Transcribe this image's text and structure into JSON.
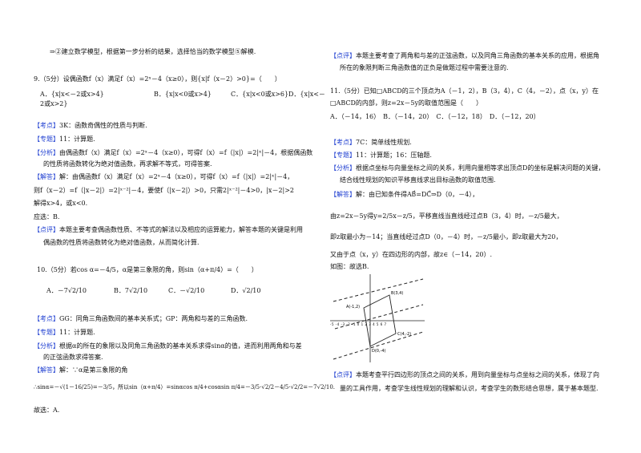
{
  "left": {
    "l1": "⇒②建立数学模型，根据第一步分析的结果，选择恰当的数学模型⑤解模.",
    "q9": "9.（5分）设偶函数f（x）满足f（x）=2ˣ－4（x≥0），则{x|f（x－2）>0}=（　　）",
    "q9_opts_a": "A．{x|x<－2或x>4}",
    "q9_opts_b": "B．{x|x<0或x>4}",
    "q9_opts_c": "C．{x|x<0或x>6}",
    "q9_opts_d": "D．{x|x<－",
    "q9_opts_d2": "2或x>2}",
    "kd_tag": "【考点】",
    "kd9": "3K：函数奇偶性的性质与判断.",
    "zt_tag": "【专题】",
    "zt9": "11：计算题.",
    "fx_tag": "【分析】",
    "fx9a": "由偶函数f（x）满足f（x）=2ˣ－4（x≥0），可得f（x）=f（|x|）=2|ˣ|－4，根据偶函数",
    "fx9b": "的性质将函数转化为绝对值函数，再求解不等式，可得答案.",
    "jd_tag": "【解答】",
    "jd9a": "解：由偶函数f（x）满足f（x）=2ˣ－4（x≥0），可得f（x）=f（|x|）=2|ˣ|－4，",
    "jd9b": "则f（x－2）=f（|x－2|）=2|ˣ⁻²|－4，要使f（|x－2|）>0，只需2|ˣ⁻²|－4>0，|x－2|>2",
    "jd9c": "解得x>4，或x<0.",
    "jd9d": "应选：B.",
    "dp_tag": "【点评】",
    "dp9a": "本题主要考查偶函数性质、不等式的解法以及相应的运算能力，解答本题的关键是利用",
    "dp9b": "偶函数的性质将函数转化为绝对值函数，从而简化计算.",
    "q10": "10.（5分）若cos α=－4/5，α是第三象限的角，则sin（α+π/4）=（　　）",
    "q10_a": "A．－7√2/10",
    "q10_b": "B．7√2/10",
    "q10_c": "C．－√2/10",
    "q10_d": "D．√2/10",
    "kd10": "GG：同角三角函数间的基本关系式；GP：两角和与差的三角函数.",
    "zt10": "11：计算题.",
    "fx10a": "根据α的所在的象限以及同角三角函数的基本关系求得sinα的值，进而利用两角和与差",
    "fx10b": "的正弦函数求得答案.",
    "jd10a": "解：∵α是第三象限的角",
    "jd10b": "∴sinα=－√(1－16/25)=－3/5，所以sin（α+π/4）=sinαcos π/4+cosαsin π/4=－3/5·√2/2－4/5·√2/2=－7√2/10.",
    "jd10c": "故选：A."
  },
  "right": {
    "dp_prev_a": "本题主要考查了两角和与差的正弦函数，以及同角三角函数的基本关系的应用，根据角",
    "dp_prev_b": "所在的象限判断三角函数值的正负是做题过程中需要注意的.",
    "q11a": "11.（5分）已知□ABCD的三个顶点为A（－1，2），B（3，4），C（4，－2），点（x，y）在",
    "q11b": "□ABCD的内部，则z=2x－5y的取值范围是（　　）",
    "q11_opts": "A．（－14，16）　B．（－14，20）　C．（－12，18）　D．（－12，20）",
    "kd11": "7C：简单线性规划.",
    "zt11": "11：计算题；16：压轴题.",
    "fx11a": "根据点坐标与向量坐标之间的关系，利用向量相等求出顶点D的坐标是解决问题的关键，",
    "fx11b": "结合线性规划的知识平移直线求出目标函数的取值范围.",
    "jd11a": "解：由已知条件得AB⃗=DC⃗⇒D（0，－4），",
    "jd11b": "由z=2x－5y得y=2/5x－z/5，平移直线当直线经过点B（3，4）时，－z/5最大，",
    "jd11c": "即z取最小为－14；当直线经过点D（0，－4）时，－z/5最小，即z取最大为20，",
    "jd11d": "又由于点（x，y）在四边形的内部，故z∈（－14，20）.",
    "jd11e": "如图：故选B.",
    "dp11a": "本题考查平行四边形的顶点之间的关系，用到向量坐标与点坐标之间的关系，体现了向",
    "dp11b": "量的工具作用，考查学生线性规划的理解和认识，考查学生的数形结合思想，属于基本题型.",
    "graph": {
      "label_b": "B(3,4)",
      "label_a": "A(-1,2)",
      "label_c": "C(4,-2)",
      "label_d": "D(0,-4)",
      "x_ticks": "-5 -4 -3 -2 -1 0 1 2 3 4 5 6 7",
      "y_ticks": [
        "5",
        "4",
        "3",
        "2",
        "1",
        "-1",
        "-2",
        "-3",
        "-4",
        "-5"
      ]
    }
  },
  "colors": {
    "tag": "#1f3fd1",
    "text": "#111111"
  }
}
